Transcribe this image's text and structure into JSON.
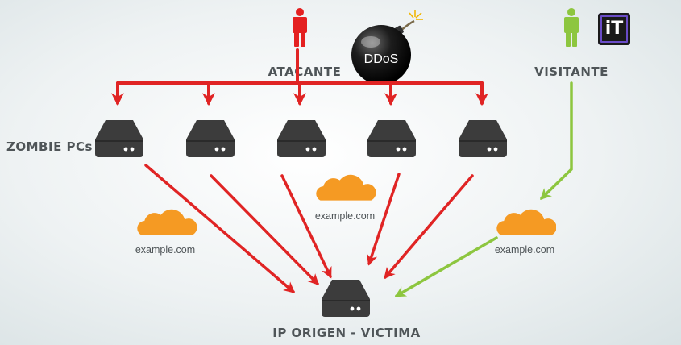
{
  "labels": {
    "attacker": "ATACANTE",
    "visitor": "VISITANTE",
    "zombies": "ZOMBIE PCs",
    "victim": "IP ORIGEN - VICTIMA",
    "bomb": "DDoS",
    "logo": "iT"
  },
  "cloud_label": "example.com",
  "colors": {
    "attack": "#e02424",
    "visitor": "#8dc63f",
    "attacker_figure": "#e42020",
    "visitor_figure": "#8dc63f",
    "server": "#3c3c3c",
    "cloud": "#f59a23"
  },
  "icons": {
    "attacker": "person-icon",
    "visitor": "person-icon",
    "zombie": "server-icon",
    "victim": "server-icon",
    "cloud": "cloud-icon",
    "bomb": "bomb-icon"
  }
}
